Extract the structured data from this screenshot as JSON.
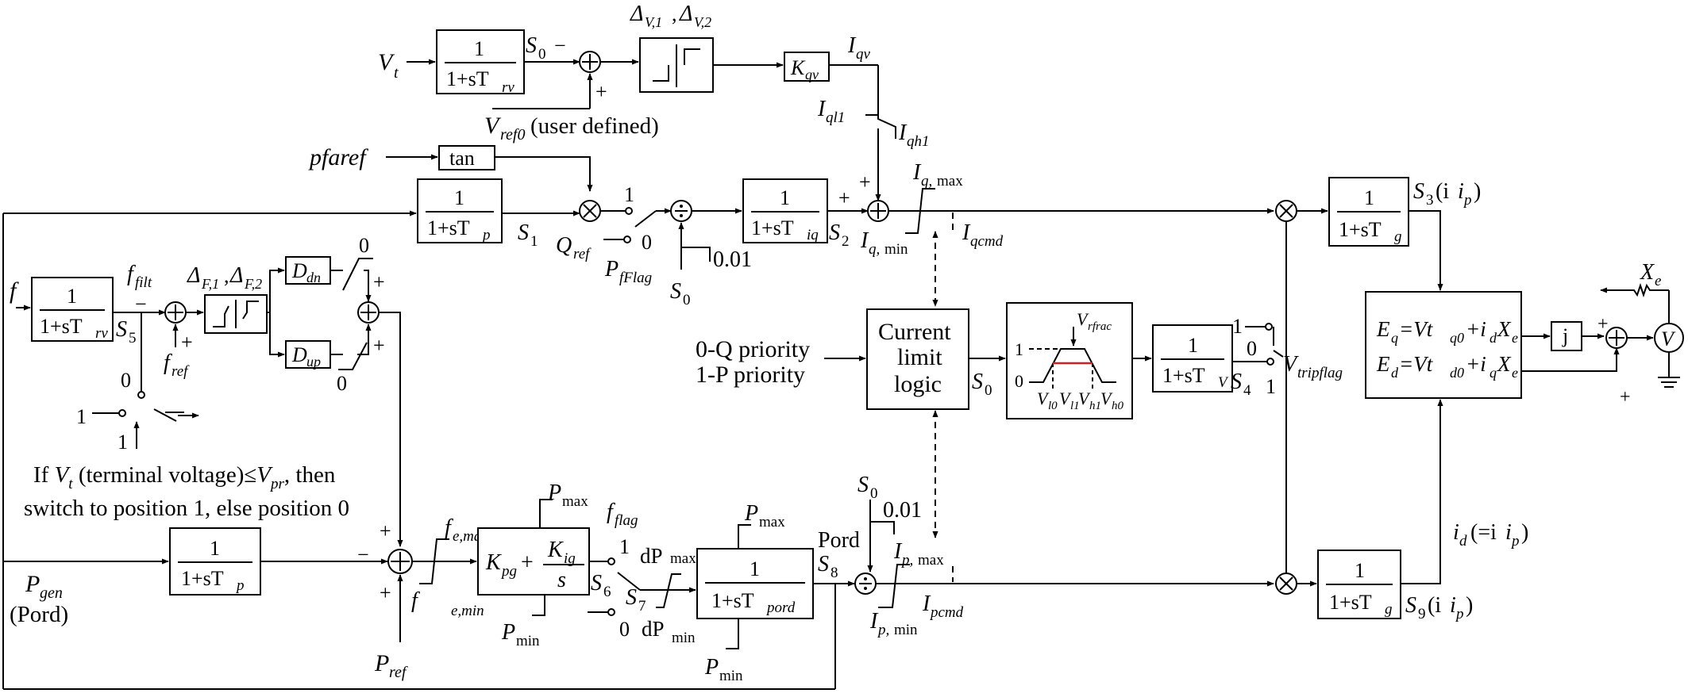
{
  "inputs": {
    "vt": "V",
    "vt_sub": "t",
    "pfaref": "pfaref",
    "f": "f",
    "pgen_main": "P",
    "pgen_sub": "gen",
    "pgen_paren": "(Pord)",
    "pref_main": "P",
    "pref_sub": "ref",
    "fref_main": "f",
    "fref_sub": "ref",
    "vref0_main": "V",
    "vref0_sub": "ref0",
    "vref0_note": "(user defined)",
    "priority_q": "0-Q priority",
    "priority_p": "1-P priority"
  },
  "blocks": {
    "num": "1",
    "vt_filter_den": "1+sT",
    "vt_filter_sub": "rv",
    "f_filter_sub": "rv",
    "tp_den": "1+sT",
    "tp_sub": "p",
    "tiq_sub": "iq",
    "tg_sub": "g",
    "tv_sub": "V",
    "tpord_sub": "pord",
    "tan": "tan",
    "kqv_main": "K",
    "kqv_sub": "qv",
    "ddn_main": "D",
    "ddn_sub": "dn",
    "dup_main": "D",
    "dup_sub": "up",
    "current_limit_line1": "Current",
    "current_limit_line2": "limit",
    "current_limit_line3": "logic",
    "pi_kpg": "K",
    "pi_kpg_sub": "pg",
    "pi_kig": "K",
    "pi_kig_sub": "ig",
    "pi_s": "s",
    "j": "j",
    "eq_line": "E",
    "eq_text": "=Vt",
    "eq_rest": "+i",
    "ed_line": "E",
    "ed_text": "=Vt",
    "ed_rest": "+i"
  },
  "labels": {
    "s0": "S",
    "s0_sub": "0",
    "s1_sub": "1",
    "s2_sub": "2",
    "s3_sub": "3",
    "s3_paren": "(i",
    "s4_sub": "4",
    "s5_sub": "5",
    "s6_sub": "6",
    "s7_sub": "7",
    "s8_sub": "8",
    "s9_sub": "9",
    "delta_v": "Δ",
    "delta_v_sub1": "V,1",
    "delta_v_sub2": "V,2",
    "delta_f_sub1": "F,1",
    "delta_f_sub2": "F,2",
    "iqv_main": "I",
    "iqv_sub": "qv",
    "iql1_sub": "ql1",
    "iqh1_sub": "qh1",
    "iq_max_sub": "q,",
    "iq_max_tail": "max",
    "iq_min_tail": "min",
    "iqcmd_sub": "qcmd",
    "ip_max_sub": "p,",
    "ip_max_tail": "max",
    "ip_min_tail": "min",
    "ipcmd_sub": "pcmd",
    "qref_main": "Q",
    "qref_sub": "ref",
    "pfflag_main": "P",
    "pfflag_sub": "fFlag",
    "ffilt_main": "f",
    "ffilt_sub": "filt",
    "fe_max_sub": "e,max",
    "fe_min_sub": "e,min",
    "fflag_main": "f",
    "fflag_sub": "flag",
    "pmax_main": "P",
    "pmax_sub": "max",
    "pmin_sub": "min",
    "dpmax": "dP",
    "vtripflag_main": "V",
    "vtripflag_sub": "tripflag",
    "vrfrac_main": "V",
    "vrfrac_sub": "rfrac",
    "vl0": "l0",
    "vl1": "l1",
    "vh1": "h1",
    "vh0": "h0",
    "id_text": "i",
    "id_paren": "(=i",
    "xe_main": "X",
    "xe_sub": "e",
    "pord": "Pord",
    "val_001": "0.01",
    "zero": "0",
    "one": "1",
    "plus": "+",
    "minus": "−",
    "vt_note_1_pre": "If ",
    "vt_note_1_mid": " (terminal voltage)≤",
    "vt_note_1_post": ", then",
    "vt_note_pr_sub": "pr",
    "vt_note_2": "switch to position 1, else position 0",
    "v_source": "V"
  }
}
